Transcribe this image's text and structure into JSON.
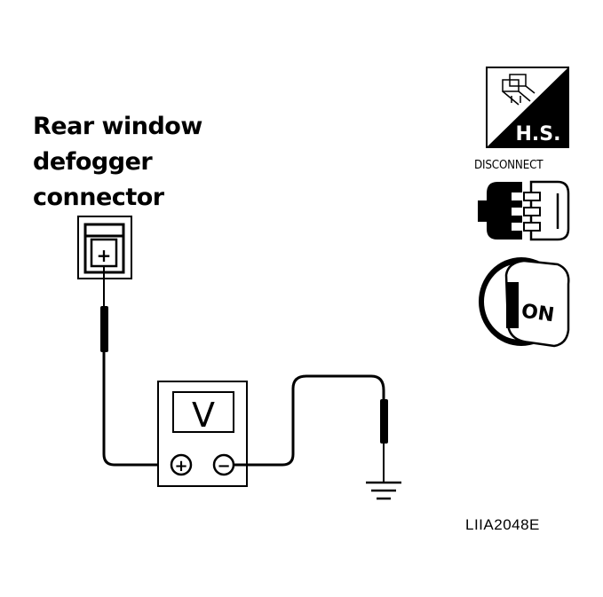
{
  "connector_label": {
    "line1": "Rear window",
    "line2": "defogger",
    "line3": "connector"
  },
  "connector_terminal_symbol": "+",
  "voltmeter": {
    "display": "V",
    "positive_symbol": "+",
    "negative_symbol": "−"
  },
  "icons": {
    "hs_label": "H.S.",
    "disconnect_label": "DISCONNECT",
    "ignition_label": "ON"
  },
  "diagram_code": "LIIA2048E",
  "colors": {
    "ink": "#000000",
    "paper": "#ffffff"
  }
}
